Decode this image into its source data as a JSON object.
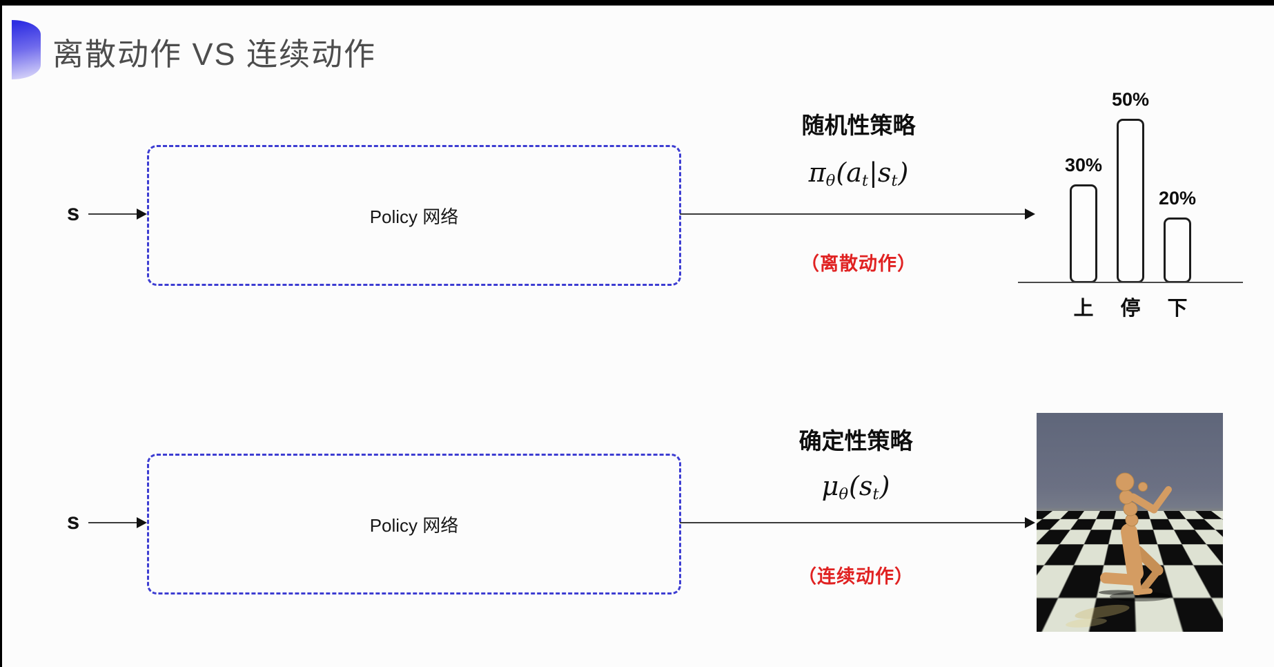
{
  "slide": {
    "title": "离散动作 VS 连续动作"
  },
  "rows": [
    {
      "state_label": "s",
      "box_label": "Policy 网络",
      "policy_type": "随机性策略",
      "formula": [
        {
          "t": "π"
        },
        {
          "t": "θ",
          "sub": true
        },
        {
          "t": "("
        },
        {
          "t": "a"
        },
        {
          "t": "t",
          "sub": true
        },
        {
          "t": "|"
        },
        {
          "t": "s"
        },
        {
          "t": "t",
          "sub": true
        },
        {
          "t": ")"
        }
      ],
      "action_label": "（离散动作）"
    },
    {
      "state_label": "s",
      "box_label": "Policy 网络",
      "policy_type": "确定性策略",
      "formula": [
        {
          "t": "μ"
        },
        {
          "t": "θ",
          "sub": true
        },
        {
          "t": "("
        },
        {
          "t": "s"
        },
        {
          "t": "t",
          "sub": true
        },
        {
          "t": ")"
        }
      ],
      "action_label": "（连续动作）"
    }
  ],
  "chart_data": {
    "type": "bar",
    "categories": [
      "上",
      "停",
      "下"
    ],
    "values": [
      30,
      50,
      20
    ],
    "value_labels": [
      "30%",
      "50%",
      "20%"
    ],
    "title": "",
    "xlabel": "",
    "ylabel": "",
    "ylim": [
      0,
      60
    ],
    "grid": false,
    "legend": "none"
  },
  "colors": {
    "box_border": "#3d3dd2",
    "action_text": "#e02222",
    "title_text": "#4d4d4d",
    "accent_top": "#2e2ee2",
    "bar_outline": "#1c1c1c",
    "scene_sky": "#6b7083",
    "scene_floor_light": "#dee2d3",
    "scene_floor_dark": "#0d0d0d",
    "humanoid_body": "#d49c62"
  }
}
